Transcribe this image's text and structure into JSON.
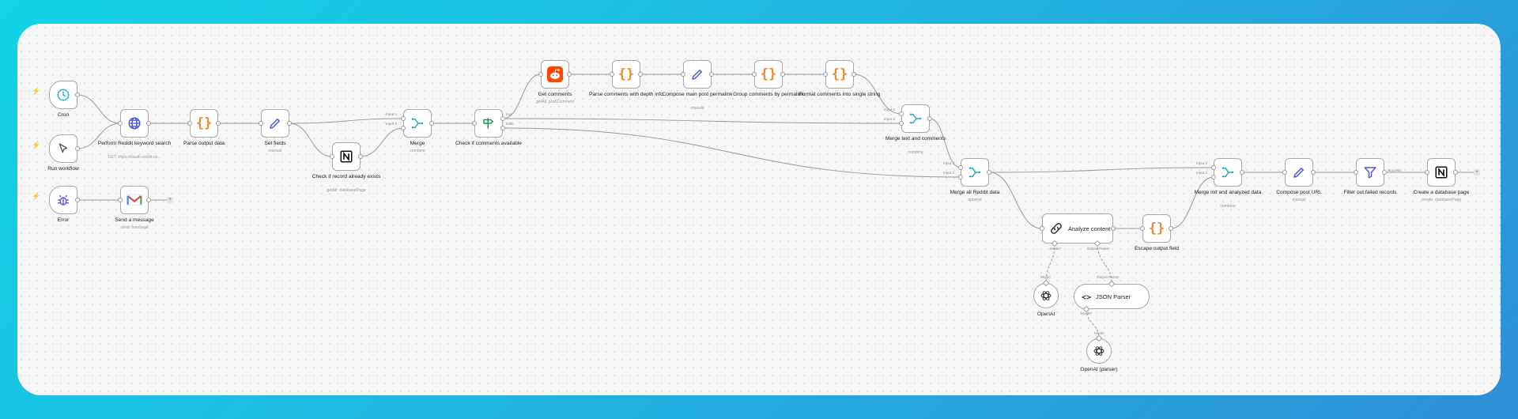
{
  "nodes": {
    "cron": {
      "label": "Cron",
      "sub": "",
      "icon": "clock-icon",
      "color": "#2ab3c7"
    },
    "run_workflow": {
      "label": "Run workflow",
      "sub": "",
      "icon": "cursor-icon",
      "color": "#555555"
    },
    "error": {
      "label": "Error",
      "sub": "",
      "icon": "bug-icon",
      "color": "#5b5fdc"
    },
    "reddit_search": {
      "label": "Perform Reddit keyword search",
      "sub": "GET: https://oauth.reddit.co...",
      "icon": "globe-icon",
      "color": "#4a59d6"
    },
    "parse_output": {
      "label": "Parse output data",
      "sub": "",
      "icon": "code-braces-icon",
      "color": "#f0892c"
    },
    "set_fields": {
      "label": "Set fields",
      "sub": "manual",
      "icon": "pencil-icon",
      "color": "#4a59d6"
    },
    "check_record": {
      "label": "Check if record already exists",
      "sub": "getAll: databasePage",
      "icon": "notion-icon",
      "color": "#111111"
    },
    "merge": {
      "label": "Merge",
      "sub": "combine",
      "icon": "merge-icon",
      "color": "#2aa8c0"
    },
    "check_comments": {
      "label": "Check if comments available",
      "sub": "",
      "icon": "signpost-icon",
      "color": "#1a9b4b"
    },
    "get_comments": {
      "label": "Get comments",
      "sub": "getAll: postComment",
      "icon": "reddit-icon",
      "color": "#ff4500"
    },
    "parse_comments": {
      "label": "Parse comments with depth info",
      "sub": "",
      "icon": "code-braces-icon",
      "color": "#f0892c"
    },
    "compose_main": {
      "label": "Compose main post permalink",
      "sub": "manual",
      "icon": "pencil-icon",
      "color": "#4a59d6"
    },
    "group_comments": {
      "label": "Group comments by permalink",
      "sub": "",
      "icon": "code-braces-icon",
      "color": "#f0892c"
    },
    "format_comments": {
      "label": "Format comments into single string",
      "sub": "",
      "icon": "code-braces-icon",
      "color": "#f0892c"
    },
    "merge_text": {
      "label": "Merge text and comments",
      "sub": "combine",
      "icon": "merge-icon",
      "color": "#2aa8c0"
    },
    "merge_all": {
      "label": "Merge all Reddit data",
      "sub": "append",
      "icon": "merge-icon",
      "color": "#2aa8c0"
    },
    "analyze": {
      "label": "Analyze content",
      "sub": "",
      "icon": "chain-link-icon",
      "color": "#333333"
    },
    "escape_output": {
      "label": "Escape output field",
      "sub": "",
      "icon": "code-braces-icon",
      "color": "#f0892c"
    },
    "openai": {
      "label": "OpenAI",
      "sub": "",
      "icon": "openai-icon",
      "color": "#333333"
    },
    "json_parser": {
      "label": "JSON Parser",
      "sub": "",
      "icon": "code-tag-icon",
      "color": "#333333"
    },
    "openai_parser": {
      "label": "OpenAI (parser)",
      "sub": "",
      "icon": "openai-icon",
      "color": "#333333"
    },
    "merge_init": {
      "label": "Merge init and analyzed data",
      "sub": "combine",
      "icon": "merge-icon",
      "color": "#2aa8c0"
    },
    "compose_post_url": {
      "label": "Compose post URL",
      "sub": "manual",
      "icon": "pencil-icon",
      "color": "#4a59d6"
    },
    "filter_failed": {
      "label": "Filter out failed records",
      "sub": "",
      "icon": "filter-icon",
      "color": "#4a59d6"
    },
    "create_db_page": {
      "label": "Create a database page",
      "sub": "create: databasePage",
      "icon": "notion-icon",
      "color": "#111111"
    },
    "send_message": {
      "label": "Send a message",
      "sub": "send: message",
      "icon": "gmail-icon",
      "color": "#ea4335"
    }
  },
  "ports": {
    "input1": "Input 1",
    "input2": "Input 2",
    "true": "true",
    "false": "false",
    "model_req": "Model*",
    "output_parser": "Output Parser",
    "model": "Model",
    "output_parser_in": "Output Parser",
    "success": "Success"
  },
  "colors": {
    "background_gradient_start": "#12d4e6",
    "background_gradient_end": "#2f8fd8",
    "canvas": "#f6f6f7",
    "wire": "#9a9aa0",
    "trigger_bolt": "#ff7a2f"
  }
}
